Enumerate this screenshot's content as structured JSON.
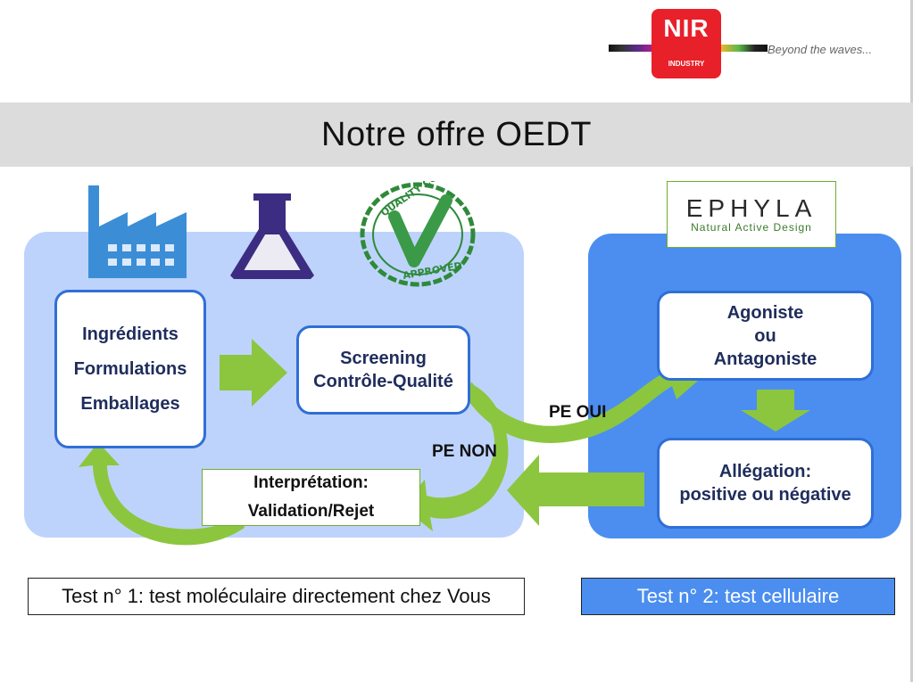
{
  "logo": {
    "brand": "NIR",
    "sub": "INDUSTRY",
    "tagline": "Beyond the waves..."
  },
  "title": "Notre offre OEDT",
  "icons": [
    "factory-icon",
    "flask-icon",
    "quality-control-approved-stamp"
  ],
  "stamp": {
    "text_top": "QUALITY CONTROL",
    "text_bottom": "APPROVED"
  },
  "partner_logo": {
    "name": "EPHYLA",
    "tagline": "Natural Active Design"
  },
  "boxes": {
    "ingredients": [
      "Ingrédients",
      "Formulations",
      "Emballages"
    ],
    "screening": [
      "Screening",
      "Contrôle-Qualité"
    ],
    "interpretation": [
      "Interprétation:",
      "Validation/Rejet"
    ],
    "agoniste": [
      "Agoniste",
      "ou",
      "Antagoniste"
    ],
    "allegation": [
      "Allégation:",
      "positive ou négative"
    ]
  },
  "labels": {
    "pe_oui": "PE OUI",
    "pe_non": "PE NON"
  },
  "tests": {
    "test1": "Test n° 1:  test moléculaire directement chez Vous",
    "test2": "Test n° 2: test cellulaire"
  },
  "colors": {
    "title_band": "#dcdcdc",
    "left_panel": "#bdd3fb",
    "right_panel": "#4b8ef0",
    "box_border": "#2f6fd6",
    "arrow_green": "#8cc63f",
    "logo_red": "#e8202a"
  }
}
